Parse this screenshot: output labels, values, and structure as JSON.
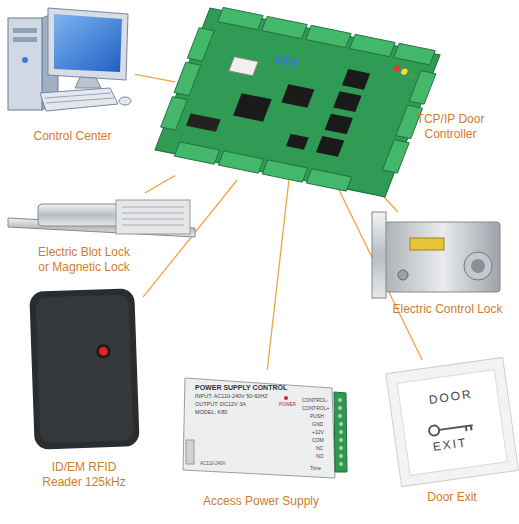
{
  "diagram": {
    "nodes": [
      {
        "text": [
          "Control Center"
        ]
      },
      {
        "text": [
          "TCP/IP Door Controller"
        ]
      },
      {
        "text": [
          "Electric Blot Lock or Magnetic Lock"
        ]
      },
      {
        "text": [
          "Electric Control Lock"
        ]
      },
      {
        "text": [
          "ID/EM RFID Reader 125kHz"
        ]
      },
      {
        "text": [
          "Access Power Supply"
        ]
      },
      {
        "text": [
          "Door Exit"
        ]
      }
    ],
    "edges": [
      {
        "from": 0,
        "to": 1,
        "arrow": "none"
      },
      {
        "from": 2,
        "to": 1,
        "arrow": "none"
      },
      {
        "from": 3,
        "to": 1,
        "arrow": "none"
      },
      {
        "from": 4,
        "to": 1,
        "arrow": "none"
      },
      {
        "from": 5,
        "to": 1,
        "arrow": "none"
      },
      {
        "from": 6,
        "to": 1,
        "arrow": "none"
      }
    ],
    "labels": [
      "POWER SUPPLY CONTROL",
      "INPUT: AC110-240V 50-60HZ",
      "OUTPUT: DC12V 3A",
      "MODEL: K80",
      "POWER",
      "AC110-240V",
      "CONTROL-",
      "CONTROL+",
      "PUSH",
      "GND",
      "+12V",
      "COM",
      "NC",
      "NO",
      "Time",
      "DOOR",
      "EXIT"
    ]
  }
}
